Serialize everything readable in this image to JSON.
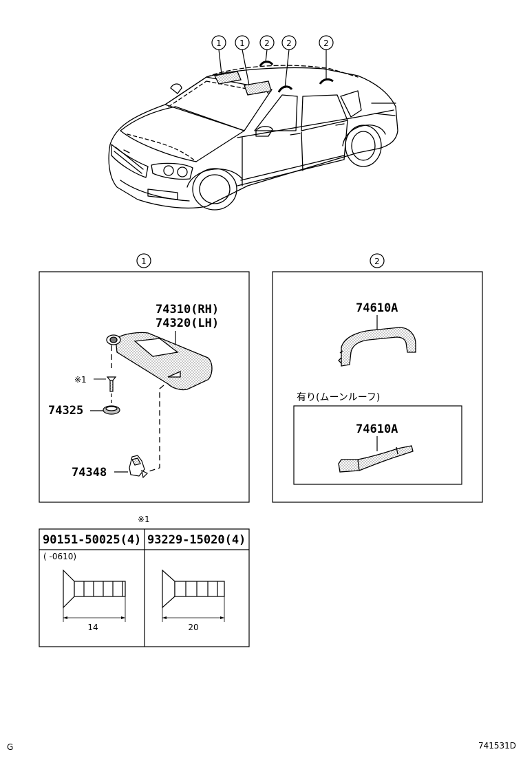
{
  "callouts": {
    "c1": "1",
    "c2": "2",
    "top": [
      "1",
      "1",
      "2",
      "2",
      "2"
    ]
  },
  "sun_visor_panel": {
    "part_rh": "74310(RH)",
    "part_lh": "74320(LH)",
    "screw_note": "※1",
    "part_cap": "74325",
    "part_holder": "74348"
  },
  "grip_panel": {
    "part_grip": "74610A",
    "moonroof_label": "有り(ムーンルーフ)",
    "part_grip_moonroof": "74610A"
  },
  "screw_table": {
    "note": "※1",
    "col1_header": "90151-50025(4)",
    "col2_header": "93229-15020(4)",
    "col1_note": "(    -0610)",
    "col1_length": "14",
    "col2_length": "20"
  },
  "footer": {
    "left": "G",
    "right": "741531D"
  },
  "colors": {
    "line": "#000000",
    "fill": "#ffffff",
    "shade": "#b8b8b8"
  }
}
